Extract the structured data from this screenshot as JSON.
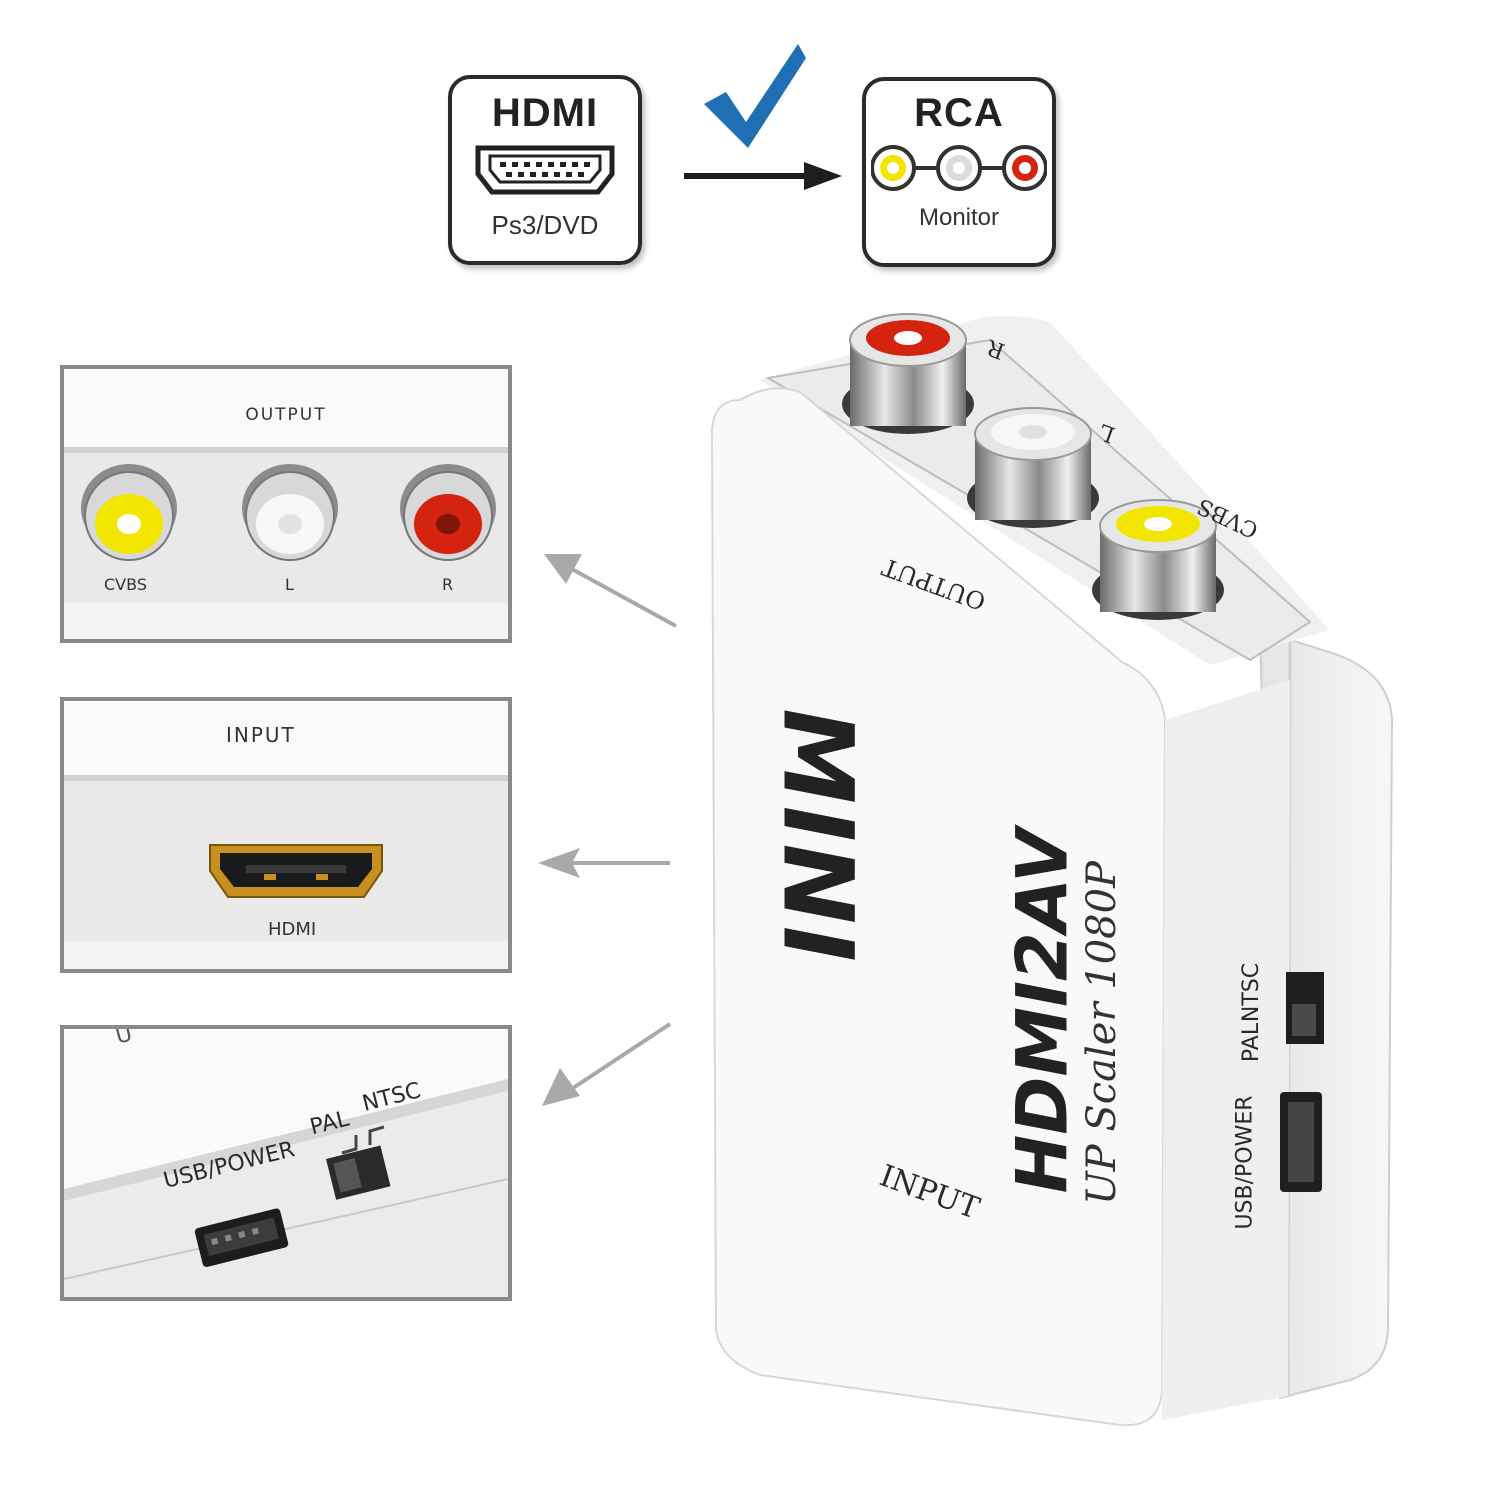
{
  "header": {
    "source_box": {
      "title": "HDMI",
      "subtitle": "Ps3/DVD"
    },
    "target_box": {
      "title": "RCA",
      "subtitle": "Monitor"
    }
  },
  "callouts": {
    "output_panel": {
      "title": "OUTPUT",
      "ports": [
        "CVBS",
        "L",
        "R"
      ]
    },
    "input_panel": {
      "title": "INPUT",
      "port": "HDMI"
    },
    "power_panel": {
      "cut_text": "U",
      "usb_label": "USB/POWER",
      "pal_label": "PAL",
      "ntsc_label": "NTSC"
    }
  },
  "device": {
    "logo": "MINI",
    "model": "HDMI2AV",
    "tagline": "UP Scaler 1080P",
    "output_label": "OUTPUT",
    "input_label": "INPUT",
    "jack_labels": [
      "R",
      "L",
      "CVBS"
    ],
    "side_usb_label": "USB/POWER",
    "side_pal_label": "PAL",
    "side_ntsc_label": "NTSC"
  },
  "colors": {
    "yellow_jack": "#f2e600",
    "white_jack": "#f5f5f5",
    "red_jack": "#d4230f",
    "checkmark": "#1f6fb5",
    "hdmi_gold": "#c8901e"
  }
}
